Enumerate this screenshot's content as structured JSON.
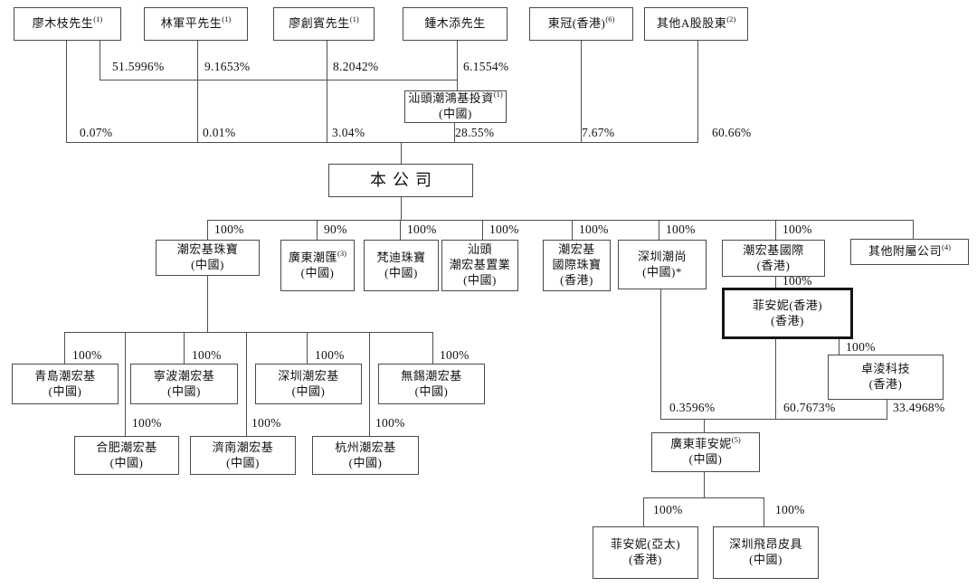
{
  "nodes": [
    {
      "id": "liao-muzhi",
      "lines": [
        "廖木枝先生"
      ],
      "sup": "(1)"
    },
    {
      "id": "lin-junping",
      "lines": [
        "林軍平先生"
      ],
      "sup": "(1)"
    },
    {
      "id": "liao-chuangbin",
      "lines": [
        "廖創賓先生"
      ],
      "sup": "(1)"
    },
    {
      "id": "zhong-mutian",
      "lines": [
        "鍾木添先生"
      ]
    },
    {
      "id": "dongguan-hk",
      "lines": [
        "東冠(香港)"
      ],
      "sup": "(6)"
    },
    {
      "id": "other-a-shareholders",
      "lines": [
        "其他A股股東"
      ],
      "sup": "(2)"
    },
    {
      "id": "st-chj-investment",
      "lines": [
        "汕頭潮鴻基投資",
        "(中國)"
      ],
      "sup": "(1)"
    },
    {
      "id": "company",
      "lines": [
        "本公司"
      ]
    },
    {
      "id": "chj-jewellery",
      "lines": [
        "潮宏基珠寶",
        "(中國)"
      ]
    },
    {
      "id": "gd-chaohui",
      "lines": [
        "廣東潮匯",
        "(中國)"
      ],
      "sup": "(3)"
    },
    {
      "id": "fandi-jewellery",
      "lines": [
        "梵迪珠寶",
        "(中國)"
      ]
    },
    {
      "id": "st-zhiye",
      "lines": [
        "汕頭",
        "潮宏基置業",
        "(中國)"
      ]
    },
    {
      "id": "chj-intl-jewellery",
      "lines": [
        "潮宏基",
        "國際珠寶",
        "(香港)"
      ]
    },
    {
      "id": "sz-chaoshang",
      "lines": [
        "深圳潮尚",
        "(中國)*"
      ]
    },
    {
      "id": "chj-international",
      "lines": [
        "潮宏基國際",
        "(香港)"
      ]
    },
    {
      "id": "other-subsidiaries",
      "lines": [
        "其他附屬公司"
      ],
      "sup": "(4)"
    },
    {
      "id": "fion-hk",
      "lines": [
        "菲安妮(香港)",
        "(香港)"
      ]
    },
    {
      "id": "zhuoling-tech",
      "lines": [
        "卓淩科技",
        "(香港)"
      ]
    },
    {
      "id": "qingdao-chj",
      "lines": [
        "青島潮宏基",
        "(中國)"
      ]
    },
    {
      "id": "ningbo-chj",
      "lines": [
        "寧波潮宏基",
        "(中國)"
      ]
    },
    {
      "id": "shenzhen-chj",
      "lines": [
        "深圳潮宏基",
        "(中國)"
      ]
    },
    {
      "id": "wuxi-chj",
      "lines": [
        "無錫潮宏基",
        "(中國)"
      ]
    },
    {
      "id": "hefei-chj",
      "lines": [
        "合肥潮宏基",
        "(中國)"
      ]
    },
    {
      "id": "jinan-chj",
      "lines": [
        "濟南潮宏基",
        "(中國)"
      ]
    },
    {
      "id": "hangzhou-chj",
      "lines": [
        "杭州潮宏基",
        "(中國)"
      ]
    },
    {
      "id": "gd-fion",
      "lines": [
        "廣東菲安妮",
        "(中國)"
      ],
      "sup": "(5)"
    },
    {
      "id": "fion-asia-pacific",
      "lines": [
        "菲安妮(亞太)",
        "(香港)"
      ]
    },
    {
      "id": "sz-feiang-leather",
      "lines": [
        "深圳飛昂皮具",
        "(中國)"
      ]
    }
  ],
  "percent_labels": [
    {
      "id": "pA1",
      "text": "51.5996%"
    },
    {
      "id": "pA2",
      "text": "9.1653%"
    },
    {
      "id": "pA3",
      "text": "8.2042%"
    },
    {
      "id": "pA4",
      "text": "6.1554%"
    },
    {
      "id": "pB1",
      "text": "0.07%"
    },
    {
      "id": "pB2",
      "text": "0.01%"
    },
    {
      "id": "pB3",
      "text": "3.04%"
    },
    {
      "id": "pB4",
      "text": "28.55%"
    },
    {
      "id": "pB5",
      "text": "7.67%"
    },
    {
      "id": "pB6",
      "text": "60.66%"
    },
    {
      "id": "pC1",
      "text": "100%"
    },
    {
      "id": "pC2",
      "text": "90%"
    },
    {
      "id": "pC3",
      "text": "100%"
    },
    {
      "id": "pC4",
      "text": "100%"
    },
    {
      "id": "pC5",
      "text": "100%"
    },
    {
      "id": "pC6",
      "text": "100%"
    },
    {
      "id": "pC7",
      "text": "100%"
    },
    {
      "id": "pD1",
      "text": "100%"
    },
    {
      "id": "pD2",
      "text": "100%"
    },
    {
      "id": "pE1",
      "text": "100%"
    },
    {
      "id": "pE2",
      "text": "100%"
    },
    {
      "id": "pE3",
      "text": "100%"
    },
    {
      "id": "pE4",
      "text": "100%"
    },
    {
      "id": "pF1",
      "text": "100%"
    },
    {
      "id": "pF2",
      "text": "100%"
    },
    {
      "id": "pF3",
      "text": "100%"
    },
    {
      "id": "pG1",
      "text": "0.3596%"
    },
    {
      "id": "pG2",
      "text": "60.7673%"
    },
    {
      "id": "pG3",
      "text": "33.4968%"
    },
    {
      "id": "pH1",
      "text": "100%"
    },
    {
      "id": "pH2",
      "text": "100%"
    }
  ]
}
